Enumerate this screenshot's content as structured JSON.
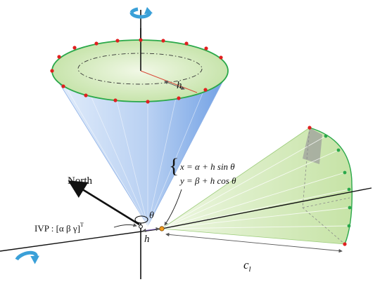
{
  "labels": {
    "north": "North",
    "eq_x": "x = α + h sin θ",
    "eq_y": "y = β + h cos θ",
    "ivp": "IVP : [α β γ]",
    "ivp_sup": "T",
    "theta": "θ",
    "h_top": "h",
    "h_bottom": "h",
    "c": "c",
    "c_sub": "l"
  },
  "colors": {
    "cone_blue": "#7aa7e6",
    "disk_green": "#c9e6a8",
    "fan_green": "#cfe7b3",
    "marker_red": "#e02020",
    "marker_green": "#2aa84a",
    "origin_orange": "#f29a1e",
    "rotate_icon": "#3aa0d8"
  },
  "icons": {
    "top_rotation": "rotate-arrow-icon",
    "left_rotation": "rotate-arrow-icon"
  }
}
